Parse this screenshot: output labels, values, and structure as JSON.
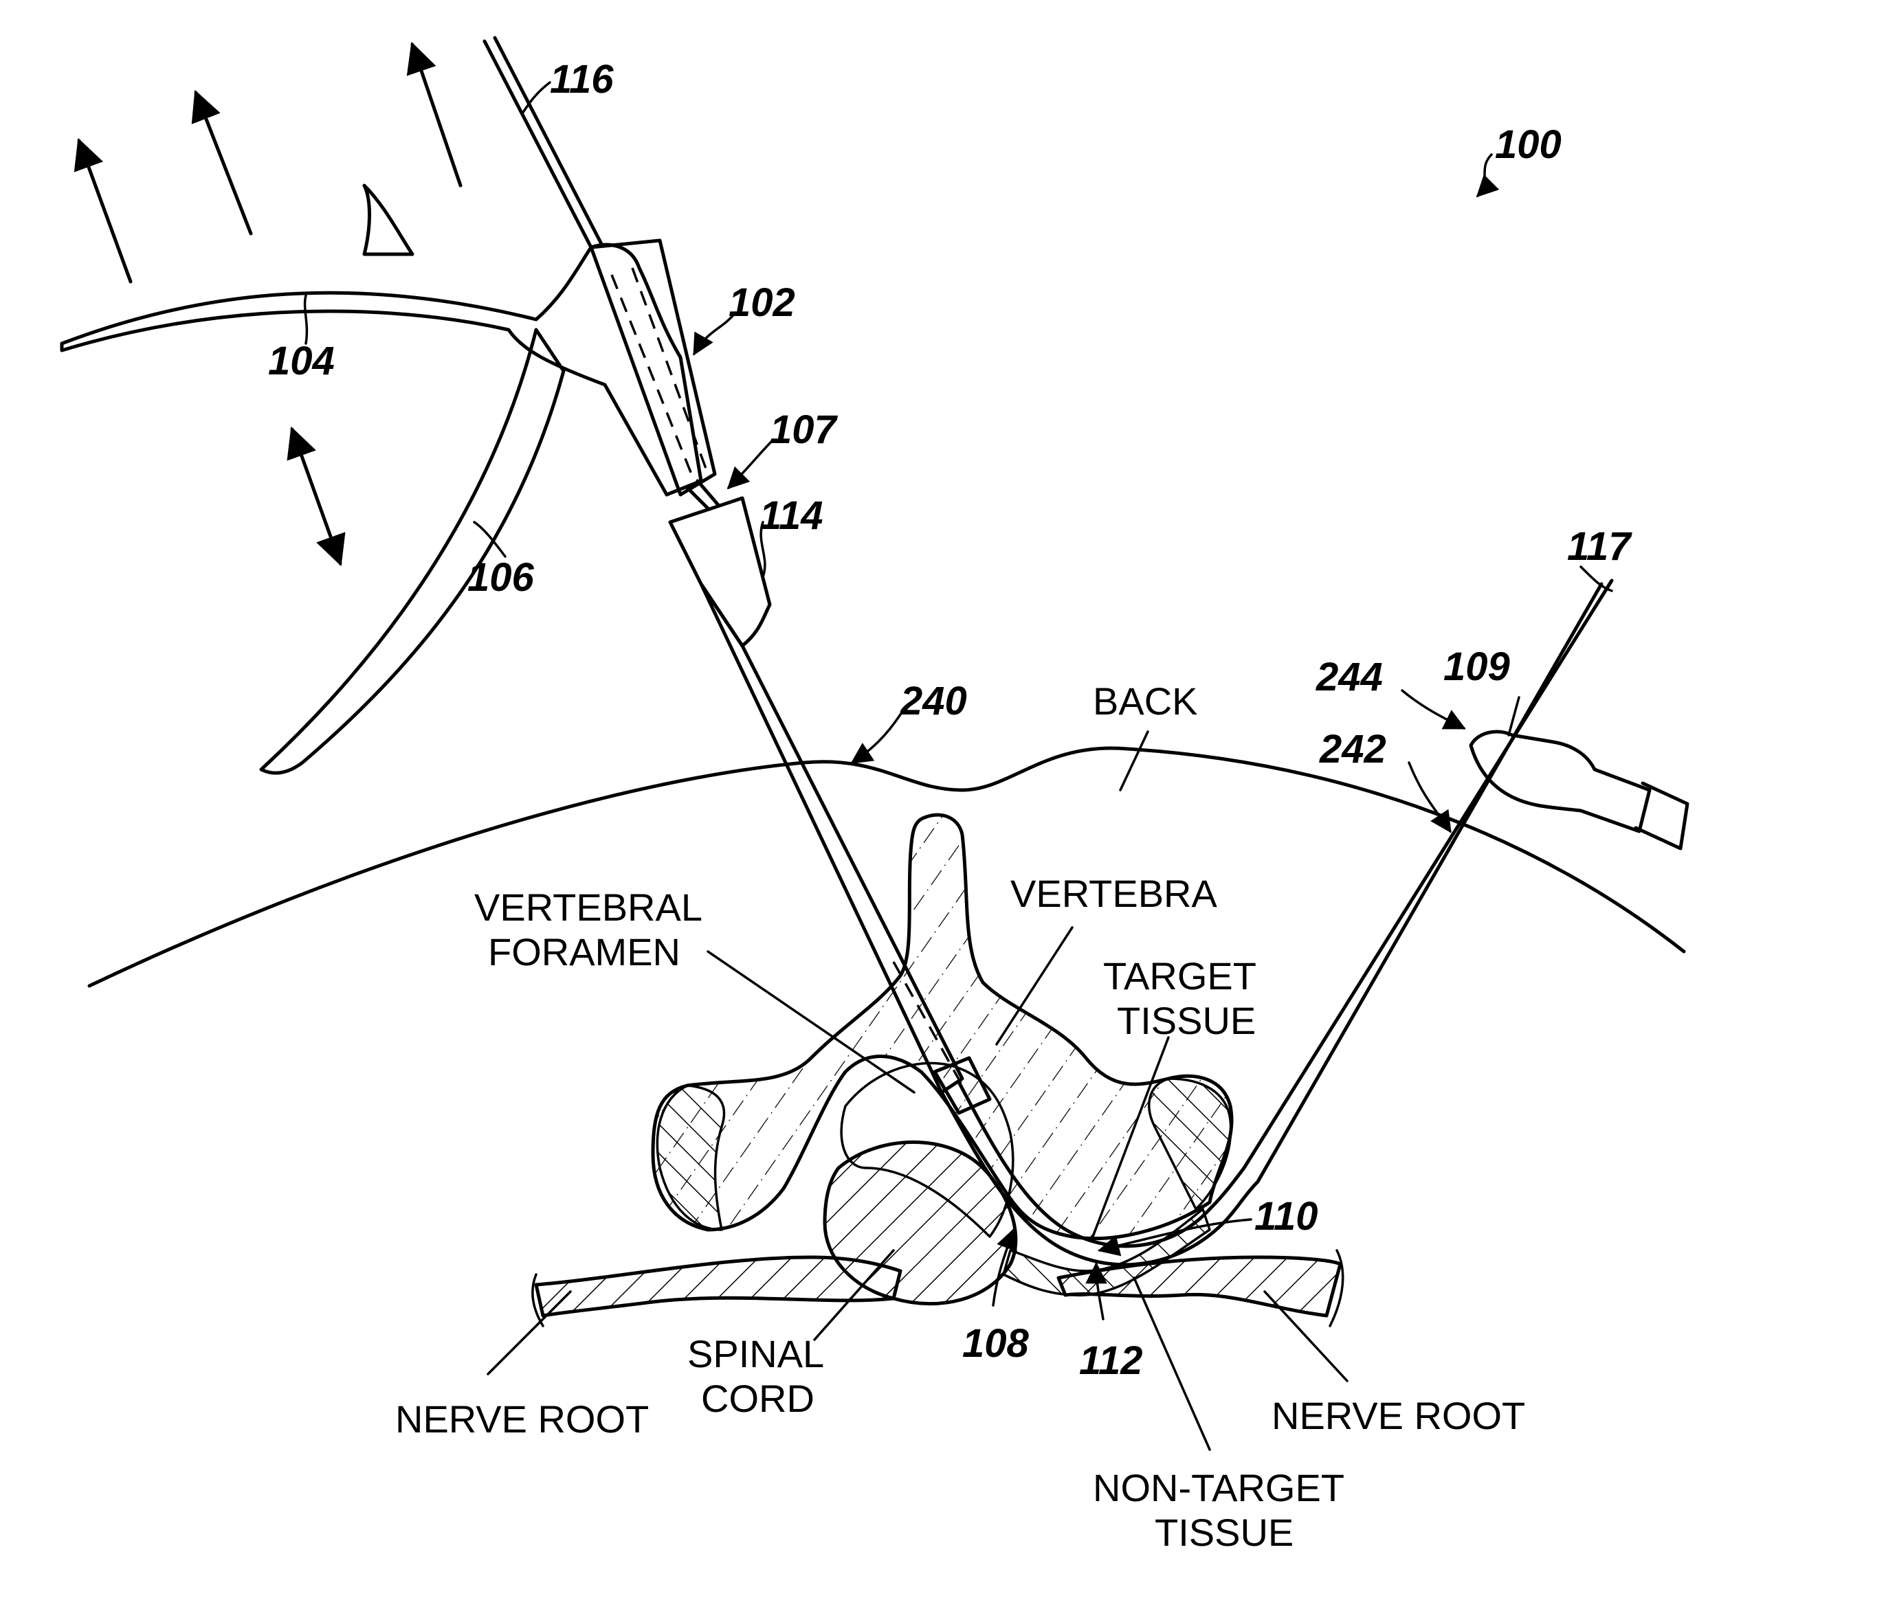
{
  "figure": {
    "labels": {
      "back": "BACK",
      "vertebra": "VERTEBRA",
      "vertebral_foramen": [
        "VERTEBRAL",
        "FORAMEN"
      ],
      "target_tissue": [
        "TARGET",
        "TISSUE"
      ],
      "spinal_cord": [
        "SPINAL",
        "CORD"
      ],
      "nerve_root_left": "NERVE ROOT",
      "nerve_root_right": "NERVE ROOT",
      "non_target_tissue": [
        "NON-TARGET",
        "TISSUE"
      ]
    },
    "refs": {
      "r100": "100",
      "r102": "102",
      "r104": "104",
      "r106": "106",
      "r107": "107",
      "r108": "108",
      "r109": "109",
      "r110": "110",
      "r112": "112",
      "r114": "114",
      "r116": "116",
      "r117": "117",
      "r240": "240",
      "r242": "242",
      "r244": "244"
    }
  }
}
